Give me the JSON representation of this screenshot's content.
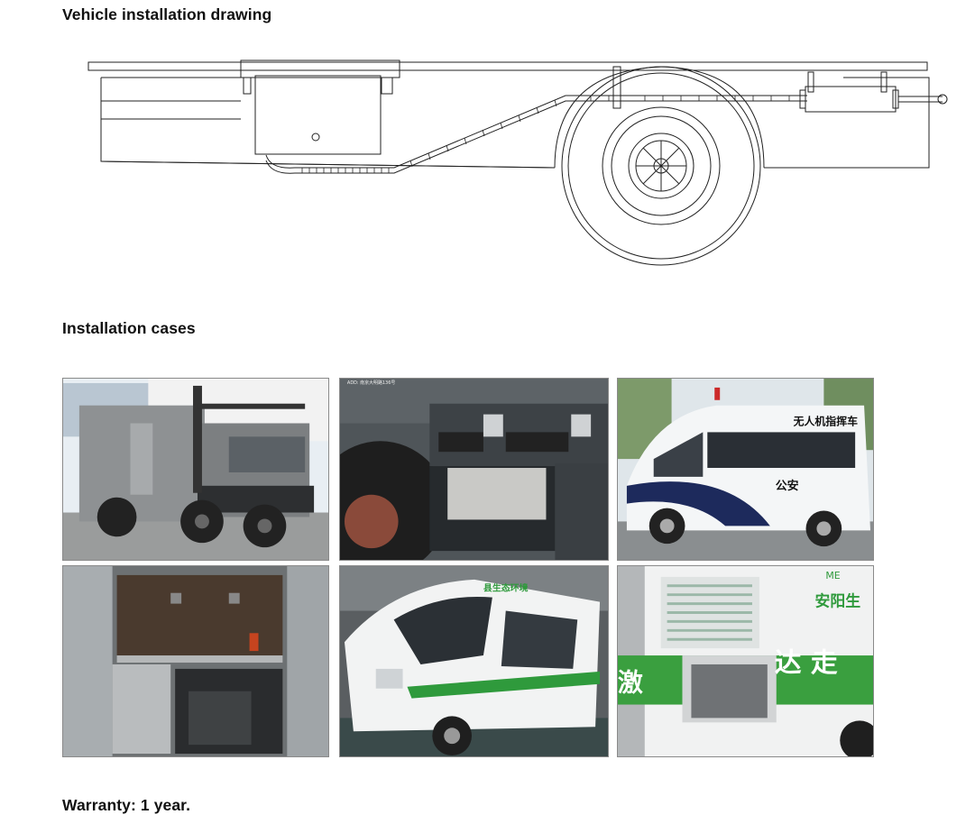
{
  "sections": {
    "drawing_title": "Vehicle installation drawing",
    "cases_title": "Installation cases",
    "warranty": "Warranty: 1 year."
  },
  "cases": {
    "photo1": {
      "name": "grey off-road expedition truck"
    },
    "photo2": {
      "name": "storage box under vehicle floor",
      "plate_text": "ADD: 南京大明路136号"
    },
    "photo3": {
      "name": "police drone command van",
      "side_text": "无人机指挥车",
      "door_text": "公安"
    },
    "photo4": {
      "name": "vehicle interior equipment bay"
    },
    "photo5": {
      "name": "white van with green stripe",
      "stripe_text": "县生态环境"
    },
    "photo6": {
      "name": "van side panel with vent and generator hatch",
      "text_a": "安阳生",
      "text_b": "达 走",
      "text_c": "激",
      "text_d": "ME"
    }
  },
  "colors": {
    "police_blue": "#1d2a5c",
    "green_stripe": "#2f9a3c",
    "truck_grey": "#8a8d8f"
  }
}
